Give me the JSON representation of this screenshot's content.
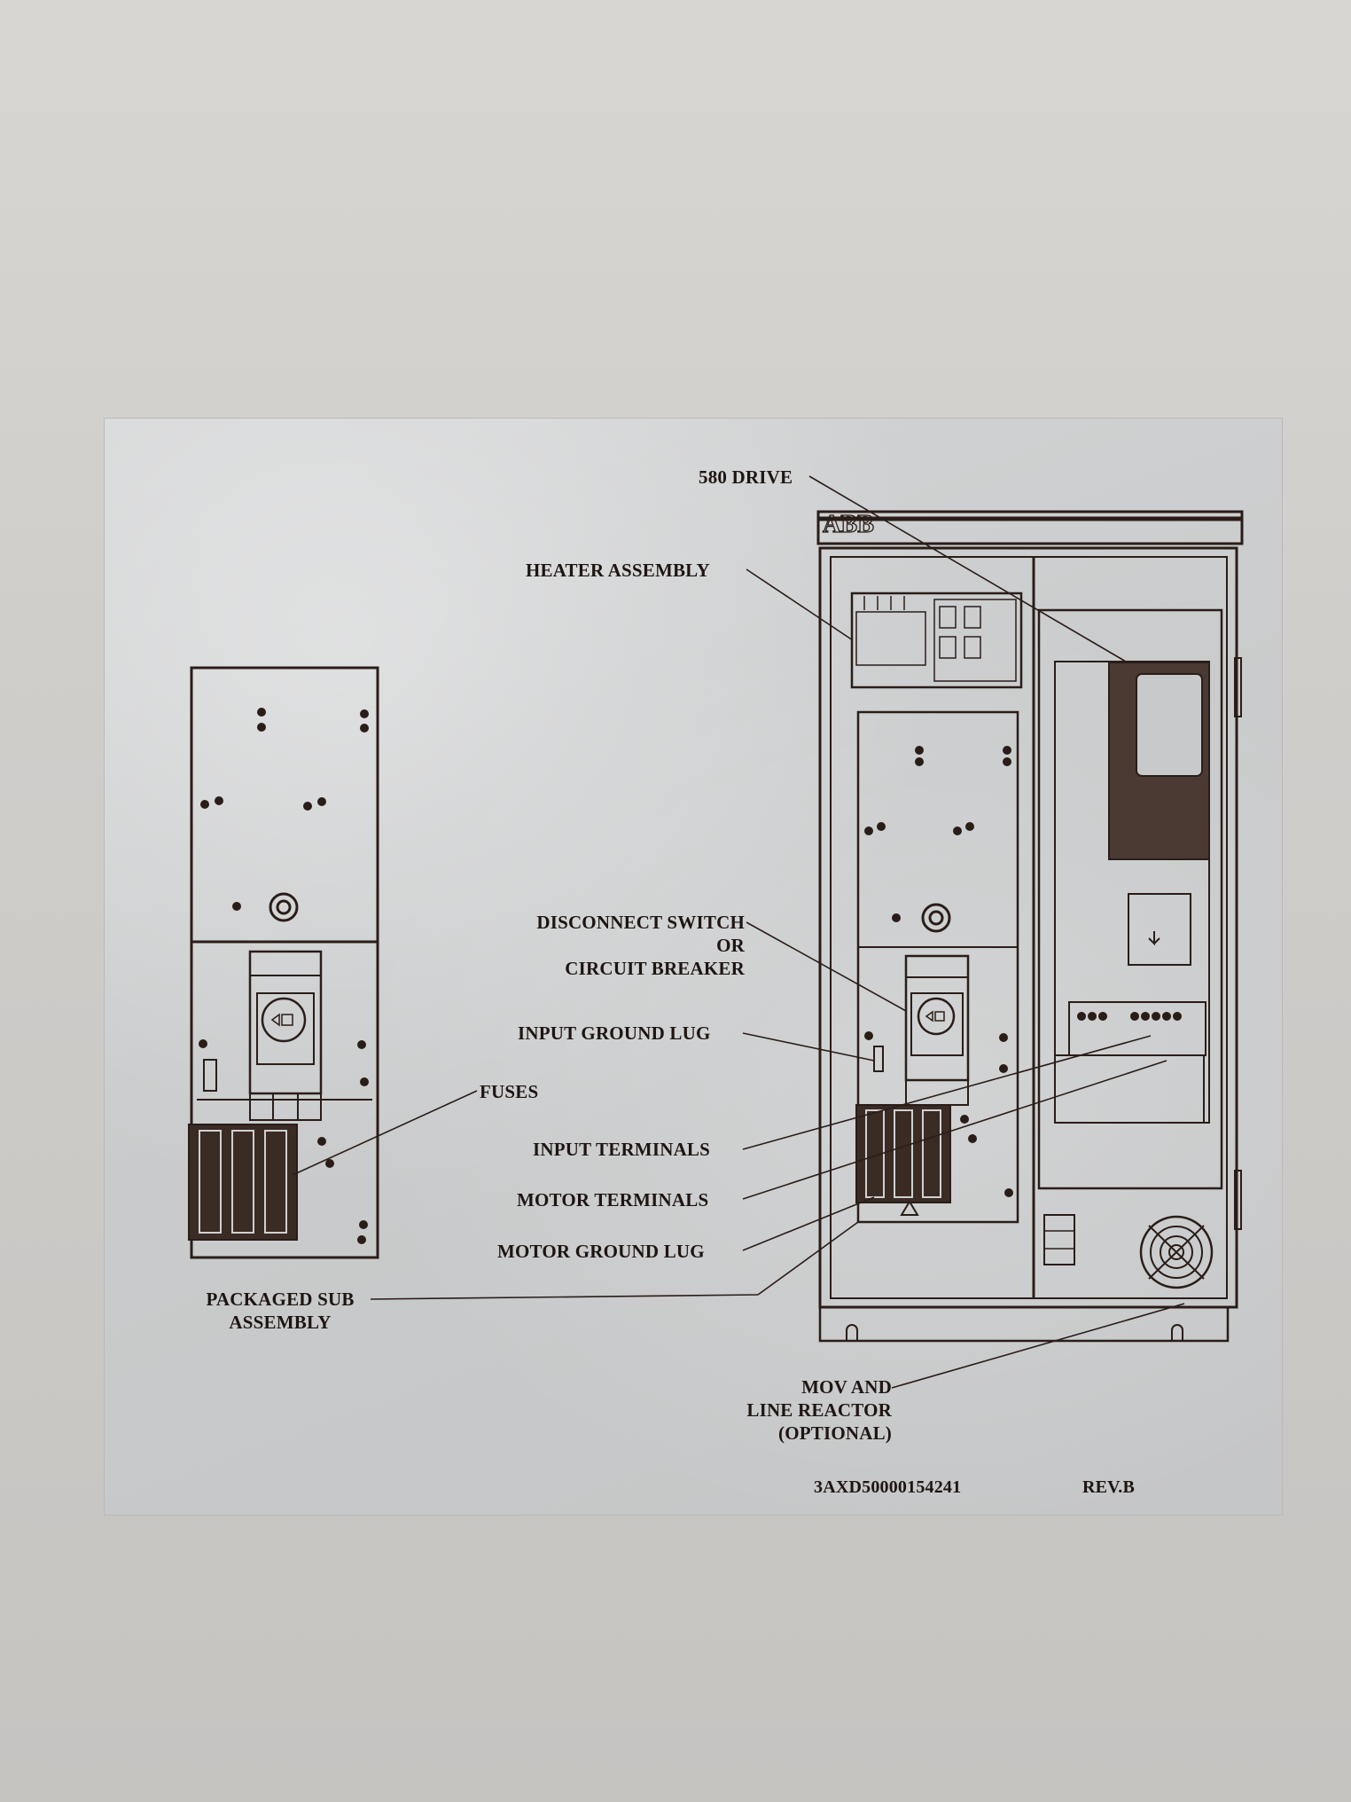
{
  "diagram": {
    "brand_logo": "ABB",
    "labels": {
      "drive": "580 DRIVE",
      "heater": "HEATER ASSEMBLY",
      "disconnect_line1": "DISCONNECT SWITCH",
      "disconnect_line2": "OR",
      "disconnect_line3": "CIRCUIT BREAKER",
      "input_ground_lug": "INPUT GROUND LUG",
      "fuses": "FUSES",
      "input_terminals": "INPUT TERMINALS",
      "motor_terminals": "MOTOR TERMINALS",
      "motor_ground_lug": "MOTOR GROUND LUG",
      "packaged_sub_line1": "PACKAGED SUB",
      "packaged_sub_line2": "ASSEMBLY",
      "mov_line1": "MOV AND",
      "mov_line2": "LINE REACTOR",
      "mov_line3": "(OPTIONAL)"
    },
    "footer": {
      "document_number": "3AXD50000154241",
      "revision": "REV.B"
    },
    "colors": {
      "ink": "#1e1512",
      "sheet": "#cdcecf",
      "wall": "#d2d0cd"
    }
  }
}
